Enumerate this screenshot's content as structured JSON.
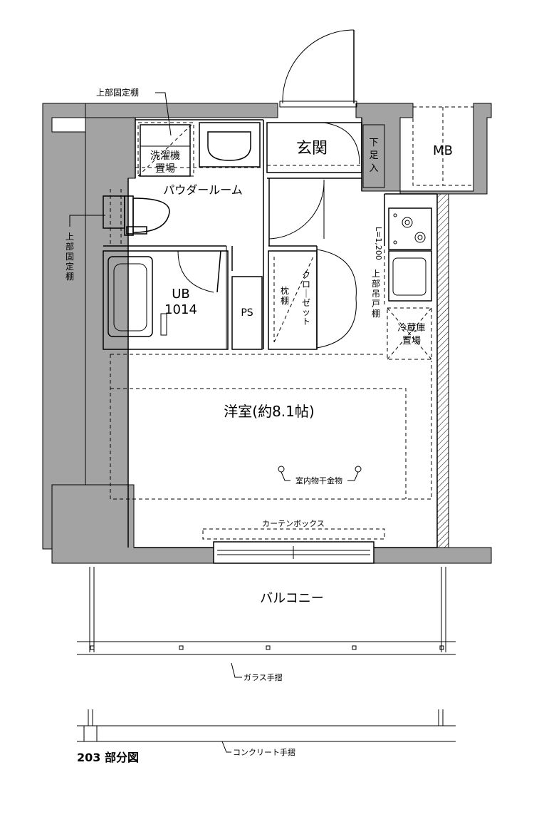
{
  "labels": {
    "upper_fixed_shelf_top": "上部固定棚",
    "upper_fixed_shelf_left": "上部固定棚",
    "washer_space": [
      "洗濯機",
      "置場"
    ],
    "entrance": "玄関",
    "shoe_box": [
      "下",
      "足",
      "入"
    ],
    "meter_box": "MB",
    "powder_room": "パウダールーム",
    "kitchen_dimension": "L=1,200",
    "upper_hanging_cabinet": "上部吊戸棚",
    "unit_bath": [
      "UB",
      "1014"
    ],
    "pipe_space": "PS",
    "pillow_shelf": "枕棚",
    "closet": "クローゼット",
    "fridge_space": [
      "冷蔵庫",
      "置場"
    ],
    "western_room": "洋室(約8.1帖)",
    "drying_hardware": "室内物干金物",
    "curtain_box": "カーテンボックス",
    "balcony": "バルコニー",
    "glass_railing": "ガラス手摺",
    "concrete_railing": "コンクリート手摺",
    "caption": "203 部分図"
  },
  "colors": {
    "wall": "#a3a3a3",
    "line": "#000000",
    "background": "#ffffff"
  }
}
